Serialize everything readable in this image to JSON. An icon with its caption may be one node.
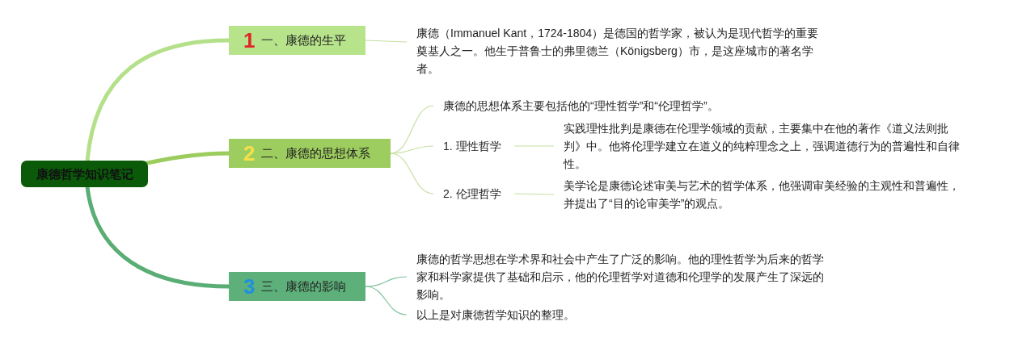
{
  "diagram": {
    "nodes": [
      {
        "text": [
          "康德哲学知识笔记"
        ]
      },
      {
        "text": [
          "1",
          "一、康德的生平"
        ]
      },
      {
        "text": [
          "康德（Immanuel Kant，1724-1804）是德国的哲学家，被认为是现代哲学的重要奠基人之一。他生于普鲁士的弗里德兰（Königsberg）市，是这座城市的著名学者。"
        ]
      },
      {
        "text": [
          "2",
          "二、康德的思想体系"
        ]
      },
      {
        "text": [
          "康德的思想体系主要包括他的“理性哲学”和“伦理哲学”。"
        ]
      },
      {
        "text": [
          "1. 理性哲学"
        ]
      },
      {
        "text": [
          "实践理性批判是康德在伦理学领域的贡献，主要集中在他的著作《道义法则批判》中。他将伦理学建立在道义的纯粹理念之上，强调道德行为的普遍性和自律性。"
        ]
      },
      {
        "text": [
          "2. 伦理哲学"
        ]
      },
      {
        "text": [
          "美学论是康德论述审美与艺术的哲学体系，他强调审美经验的主观性和普遍性，并提出了“目的论审美学”的观点。"
        ]
      },
      {
        "text": [
          "3",
          "三、康德的影响"
        ]
      },
      {
        "text": [
          "康德的哲学思想在学术界和社会中产生了广泛的影响。他的理性哲学为后来的哲学家和科学家提供了基础和启示，他的伦理哲学对道德和伦理学的发展产生了深远的影响。"
        ]
      },
      {
        "text": [
          "以上是对康德哲学知识的整理。"
        ]
      }
    ],
    "edges": [
      {
        "from": 0,
        "to": 1,
        "arrow": "none",
        "style": "thick",
        "color": "#b5e08a"
      },
      {
        "from": 0,
        "to": 3,
        "arrow": "none",
        "style": "thick",
        "color": "#9ccc5e"
      },
      {
        "from": 0,
        "to": 9,
        "arrow": "none",
        "style": "thick",
        "color": "#5aad74"
      },
      {
        "from": 1,
        "to": 2,
        "arrow": "none"
      },
      {
        "from": 3,
        "to": 4,
        "arrow": "none"
      },
      {
        "from": 3,
        "to": 5,
        "arrow": "none"
      },
      {
        "from": 3,
        "to": 7,
        "arrow": "none"
      },
      {
        "from": 5,
        "to": 6,
        "arrow": "none"
      },
      {
        "from": 7,
        "to": 8,
        "arrow": "none"
      },
      {
        "from": 9,
        "to": 10,
        "arrow": "none",
        "color": "#7fc29a"
      },
      {
        "from": 9,
        "to": 11,
        "arrow": "none",
        "color": "#7fc29a"
      }
    ]
  }
}
